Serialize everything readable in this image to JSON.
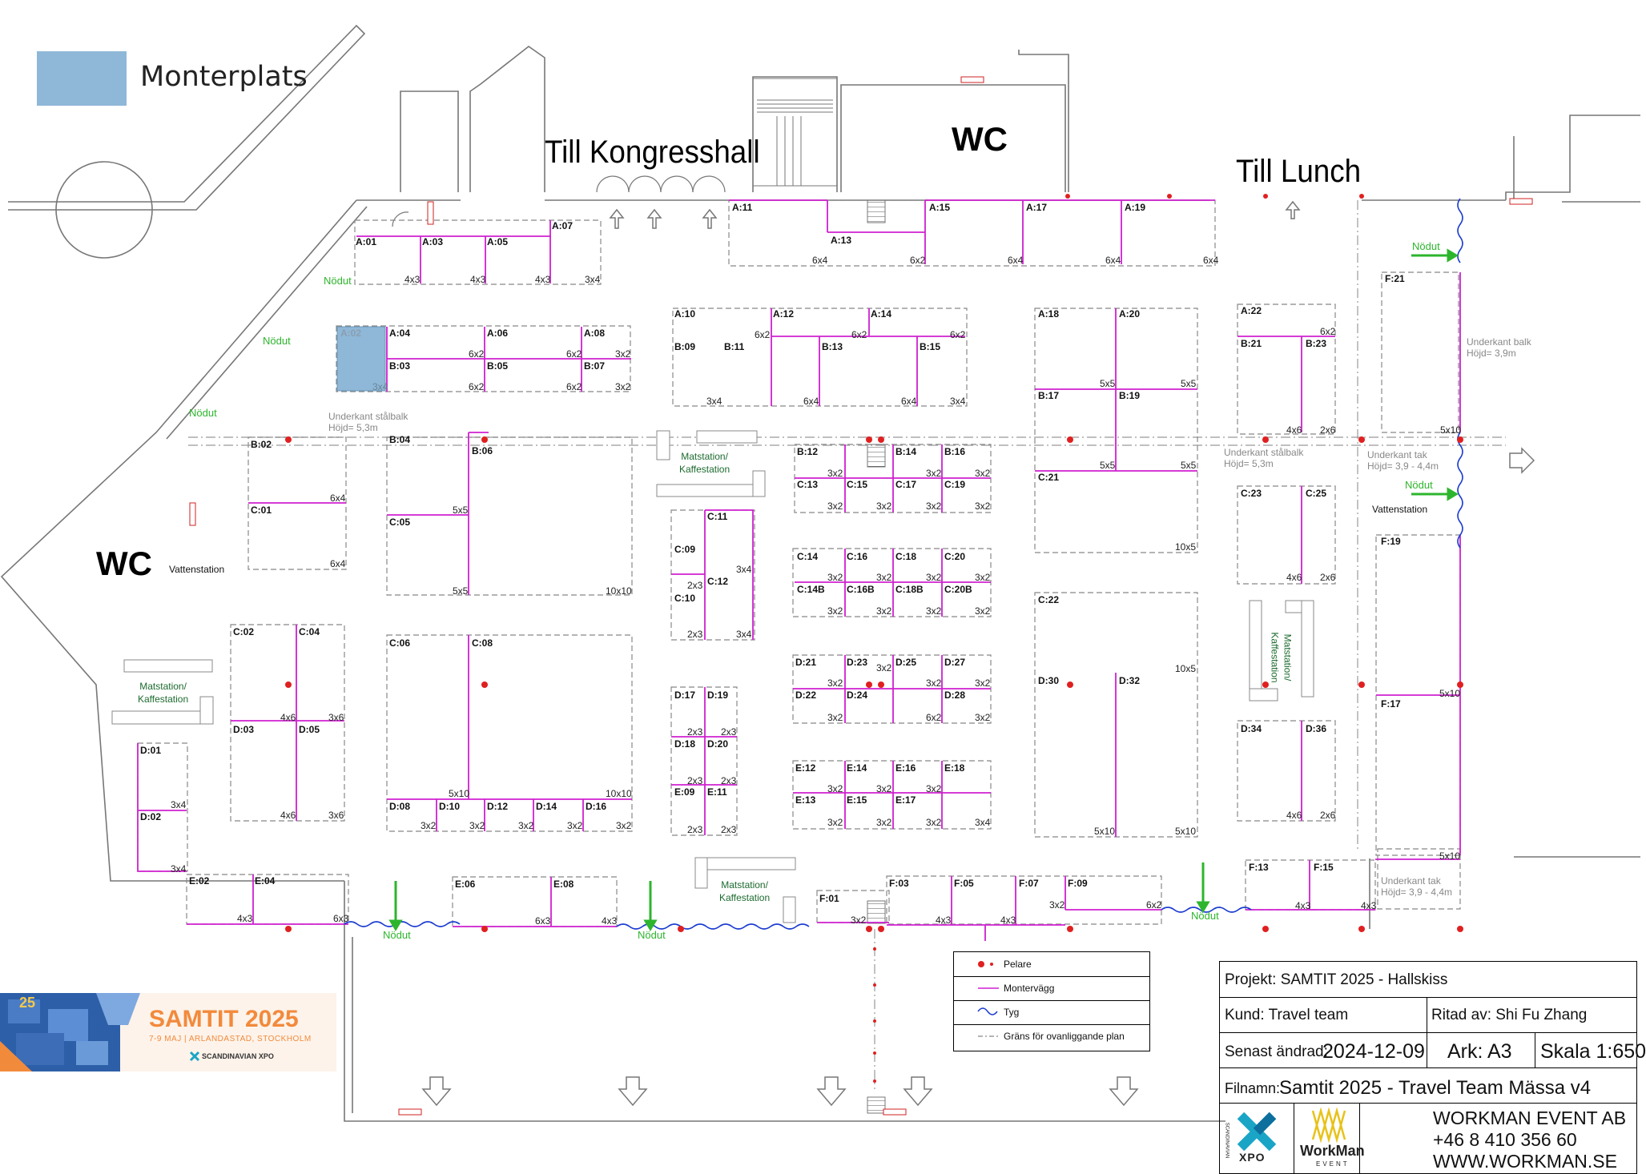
{
  "legend": {
    "label": "Monterplats",
    "color": "#8fb8d8"
  },
  "headings": {
    "wc_top": "WC",
    "wc_left": "WC",
    "till_kongresshall": "Till Kongresshall",
    "till_lunch": "Till Lunch"
  },
  "notes": {
    "beam_left_1": "Underkant stålbalk",
    "beam_left_2": "Höjd= 5,3m",
    "beam_mid_1": "Underkant stålbalk",
    "beam_mid_2": "Höjd= 5,3m",
    "ceil_1": "Underkant tak",
    "ceil_2": "Höjd= 3,9 - 4,4m",
    "balk_1": "Underkant balk",
    "balk_2": "Höjd= 3,9m",
    "ceil_b1": "Underkant tak",
    "ceil_b2": "Höjd= 3,9 - 4,4m"
  },
  "exits": {
    "label": "Nödut"
  },
  "stations": {
    "mat_1": "Matstation/",
    "mat_2": "Kaffestation",
    "water": "Vattenstation"
  },
  "booths": {
    "A01": "A:01",
    "A03": "A:03",
    "A05": "A:05",
    "A07": "A:07",
    "A02": "A:02",
    "A04": "A:04",
    "A06": "A:06",
    "A08": "A:08",
    "B03": "B:03",
    "B05": "B:05",
    "B07": "B:07",
    "A10": "A:10",
    "A12": "A:12",
    "A14": "A:14",
    "B09": "B:09",
    "B11": "B:11",
    "B13": "B:13",
    "B15": "B:15",
    "A11": "A:11",
    "A13": "A:13",
    "A15": "A:15",
    "A17": "A:17",
    "A19": "A:19",
    "A18": "A:18",
    "A20": "A:20",
    "B17": "B:17",
    "B19": "B:19",
    "C21": "C:21",
    "A22": "A:22",
    "B21": "B:21",
    "B23": "B:23",
    "F21": "F:21",
    "F19": "F:19",
    "F17": "F:17",
    "F13": "F:13",
    "F15": "F:15",
    "B02": "B:02",
    "C01": "C:01",
    "B04": "B:04",
    "B06": "B:06",
    "C05": "C:05",
    "B12": "B:12",
    "B14": "B:14",
    "B16": "B:16",
    "C13": "C:13",
    "C15": "C:15",
    "C17": "C:17",
    "C19": "C:19",
    "C14": "C:14",
    "C16": "C:16",
    "C18": "C:18",
    "C20": "C:20",
    "C14B": "C:14B",
    "C16B": "C:16B",
    "C18B": "C:18B",
    "C20B": "C:20B",
    "C11": "C:11",
    "C09": "C:09",
    "C12": "C:12",
    "C10": "C:10",
    "C23": "C:23",
    "C25": "C:25",
    "C22": "C:22",
    "D30": "D:30",
    "D32": "D:32",
    "D34": "D:34",
    "D36": "D:36",
    "C02": "C:02",
    "C04": "C:04",
    "D03": "D:03",
    "D05": "D:05",
    "C06": "C:06",
    "C08": "C:08",
    "D08": "D:08",
    "D10": "D:10",
    "D12": "D:12",
    "D14": "D:14",
    "D16": "D:16",
    "D17": "D:17",
    "D19": "D:19",
    "D18": "D:18",
    "D20": "D:20",
    "E09": "E:09",
    "E11": "E:11",
    "D21": "D:21",
    "D23": "D:23",
    "D25": "D:25",
    "D27": "D:27",
    "D22": "D:22",
    "D24": "D:24",
    "D28": "D:28",
    "E12": "E:12",
    "E14": "E:14",
    "E16": "E:16",
    "E18": "E:18",
    "E13": "E:13",
    "E15": "E:15",
    "E17": "E:17",
    "D01": "D:01",
    "D02": "D:02",
    "E02": "E:02",
    "E04": "E:04",
    "E06": "E:06",
    "E08": "E:08",
    "F01": "F:01",
    "F03": "F:03",
    "F05": "F:05",
    "F07": "F:07",
    "F09": "F:09"
  },
  "sizes": {
    "s3x2": "3x2",
    "s2x3": "2x3",
    "s3x4": "3x4",
    "s4x3": "4x3",
    "s6x2": "6x2",
    "s6x4": "6x4",
    "s4x6": "4x6",
    "s3x6": "3x6",
    "s2x6": "2x6",
    "s6x3": "6x3",
    "s5x5": "5x5",
    "s10x5": "10x5",
    "s5x10": "5x10",
    "s10x10": "10x10"
  },
  "legend_table": {
    "pelare": "Pelare",
    "montervagg": "Montervägg",
    "tyg": "Tyg",
    "grans": "Gräns för ovanliggande plan",
    "pelare_color": "#e02020",
    "vagg_color": "#d020d0",
    "tyg_color": "#1a3bd0"
  },
  "title_block": {
    "projekt": "Projekt: SAMTIT 2025 - Hallskiss",
    "kund": "Kund: Travel team",
    "ritad": "Ritad av: Shi Fu Zhang",
    "andrad_label": "Senast ändrad:",
    "andrad_date": "2024-12-09",
    "ark": "Ark: A3",
    "skala": "Skala 1:650",
    "filnamn_label": "Filnamn:",
    "filnamn": "Samtit 2025 - Travel Team Mässa v4",
    "company": "WORKMAN EVENT AB",
    "phone": "+46 8 410 356 60",
    "web": "WWW.WORKMAN.SE",
    "logo_xpo": "XPO",
    "logo_xpo_side": "SCANDINAVIAN",
    "logo_workman": "WorkMan",
    "logo_event": "EVENT"
  },
  "banner": {
    "title": "SAMTIT 2025",
    "subtitle": "7-9 MAJ | ARLANDASTAD, STOCKHOLM",
    "partner": "SCANDINAVIAN XPO",
    "badge": "25",
    "accent": "#f28a3c"
  }
}
